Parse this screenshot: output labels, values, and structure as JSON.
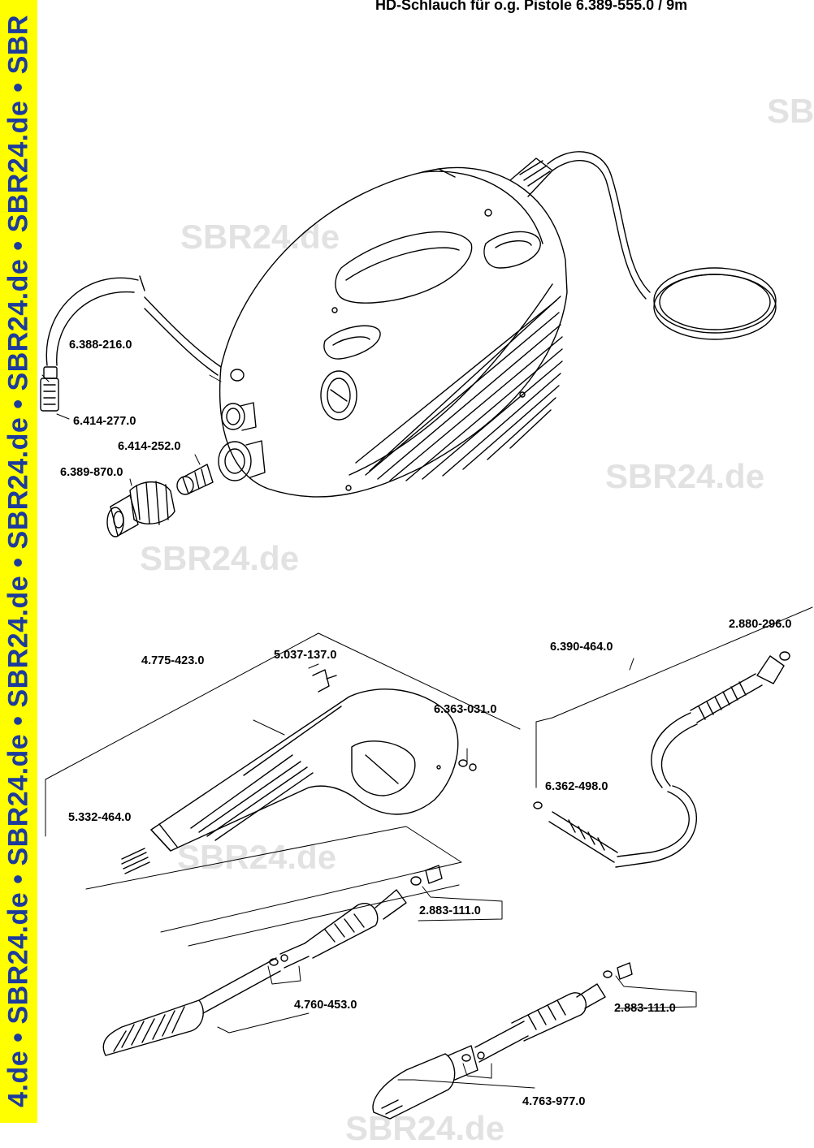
{
  "header": {
    "title": "HD-Schlauch für o.g. Pistole 6.389-555.0 / 9m"
  },
  "banner": {
    "text": "4.de • SBR24.de • SBR24.de • SBR24.de • SBR24.de • SBR24.de • SBR24.de • SBR"
  },
  "watermarks": [
    "SBR24.de",
    "SBR24.de",
    "SBR24.de",
    "SBR24.de",
    "SBR24.de",
    "SBR"
  ],
  "parts": {
    "hose_suction": "6.388-216.0",
    "filter": "6.414-277.0",
    "coupling_adapter": "6.414-252.0",
    "garden_coupling": "6.389-870.0",
    "gun": "4.775-423.0",
    "clip": "5.037-137.0",
    "oring_set": "6.363-031.0",
    "spring": "5.332-464.0",
    "hp_hose": "6.390-464.0",
    "hose_oring_top": "2.880-296.0",
    "hose_oring_bottom": "6.362-498.0",
    "nozzle_seal_1": "2.883-111.0",
    "spray_lance": "4.760-453.0",
    "nozzle_seal_2": "2.883-111.0",
    "rotor_lance": "4.763-977.0"
  }
}
